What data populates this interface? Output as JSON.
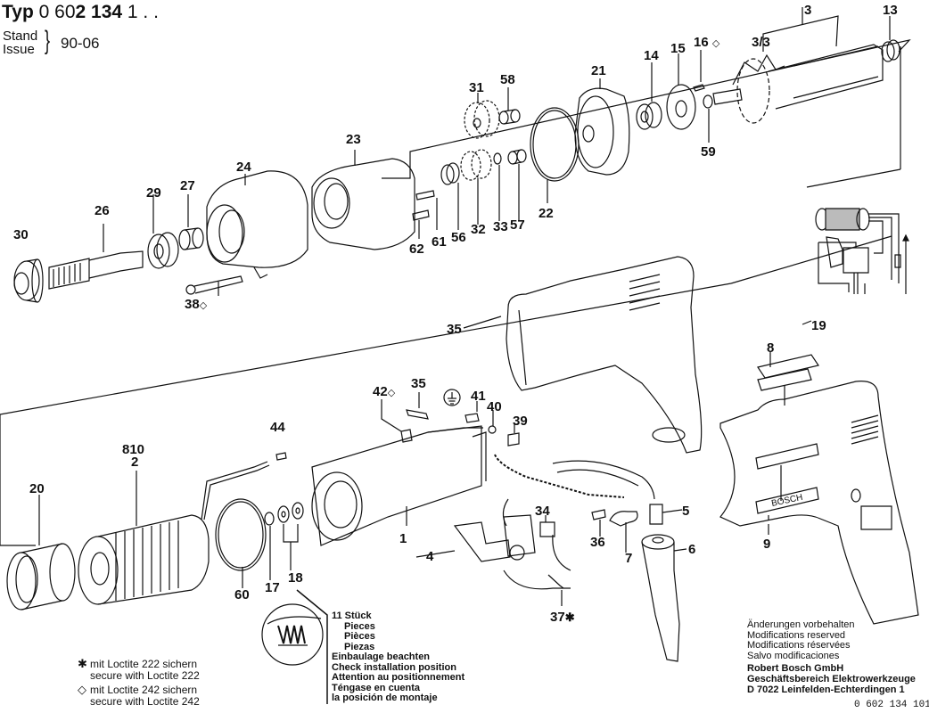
{
  "header": {
    "typ_label": "Typ",
    "typ_number_prefix": "0 60",
    "typ_number_bold": "2 134",
    "typ_number_suffix": "1 . .",
    "stand_label": "Stand",
    "issue_label": "Issue",
    "issue_value": "90-06"
  },
  "parts": {
    "p1": "1",
    "p2a": "810",
    "p2b": "2",
    "p3": "3",
    "p3_3": "3/3",
    "p4": "4",
    "p5": "5",
    "p6": "6",
    "p7": "7",
    "p8": "8",
    "p9": "9",
    "p13": "13",
    "p14": "14",
    "p15": "15",
    "p16": "16",
    "p17": "17",
    "p18": "18",
    "p19": "19",
    "p20": "20",
    "p21": "21",
    "p22": "22",
    "p23": "23",
    "p24": "24",
    "p26": "26",
    "p27": "27",
    "p29": "29",
    "p30": "30",
    "p31": "31",
    "p32": "32",
    "p33": "33",
    "p34": "34",
    "p35a": "35",
    "p35b": "35",
    "p36": "36",
    "p37": "37",
    "p38": "38",
    "p39": "39",
    "p40": "40",
    "p41": "41",
    "p42": "42",
    "p44": "44",
    "p56": "56",
    "p57": "57",
    "p58": "58",
    "p59": "59",
    "p60": "60",
    "p61": "61",
    "p62": "62"
  },
  "symbols": {
    "star": "✱",
    "diamond": "◇"
  },
  "legend": {
    "loctite222_de": "mit Loctite 222 sichern",
    "loctite222_en": "secure with Loctite 222",
    "loctite242_de": "mit Loctite 242 sichern",
    "loctite242_en": "secure with Loctite 242"
  },
  "note": {
    "qty_de": "11 Stück",
    "qty_en": "Pieces",
    "qty_fr": "Pièces",
    "qty_es": "Piezas",
    "install_de": "Einbaulage beachten",
    "install_en": "Check installation position",
    "install_fr": "Attention au positionnement",
    "install_es1": "Téngase en cuenta",
    "install_es2": "la posición de montaje"
  },
  "footer": {
    "changes_de": "Änderungen vorbehalten",
    "changes_en": "Modifications reserved",
    "changes_fr": "Modifications réservées",
    "changes_es": "Salvo modificaciones",
    "company": "Robert Bosch GmbH",
    "division": "Geschäftsbereich Elektrowerkzeuge",
    "address": "D 7022 Leinfelden-Echterdingen 1"
  },
  "document_number": "0 602 134 101",
  "brand_plate": "BOSCH"
}
